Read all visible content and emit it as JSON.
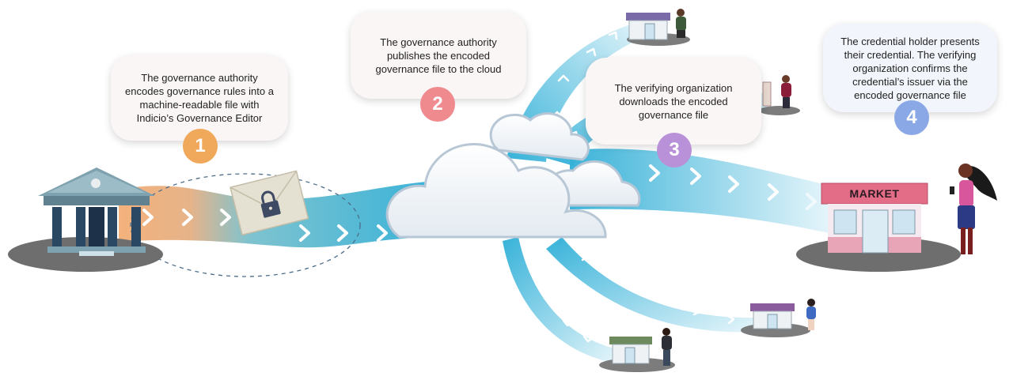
{
  "steps": [
    {
      "number": "1",
      "text": "The governance authority encodes governance rules into a machine-readable file with Indicio’s Governance Editor",
      "color": "#f0a95a"
    },
    {
      "number": "2",
      "text": "The governance authority publishes the encoded governance file to the cloud",
      "color": "#ef8a8f"
    },
    {
      "number": "3",
      "text": "The verifying organization downloads the encoded governance file",
      "color": "#b991d8"
    },
    {
      "number": "4",
      "text": "The credential holder presents their credential. The verifying organization confirms the credential’s issuer via the encoded governance file",
      "color": "#8aa8e6"
    }
  ],
  "market_sign": "MARKET",
  "icons": {
    "authority": "government-building-icon",
    "file": "locked-envelope-icon",
    "cloud": "cloud-icon",
    "store": "storefront-icon",
    "person": "person-icon"
  },
  "colors": {
    "stream": "#3fb6d8",
    "stream_origin": "#f2b07a",
    "cloud_edge": "#b8c7d6",
    "ground": "#6e6e6e"
  }
}
